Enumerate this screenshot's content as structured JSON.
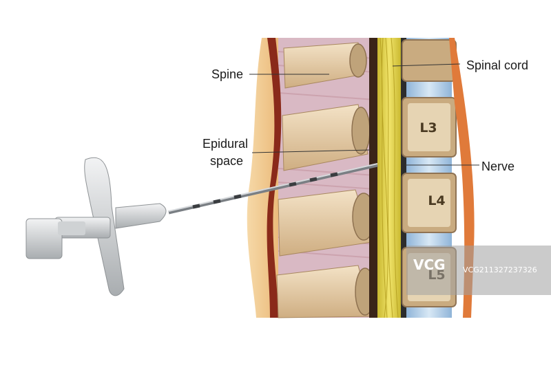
{
  "labels": {
    "spine": "Spine",
    "epidural_line1": "Epidural",
    "epidural_line2": "space",
    "spinal_cord": "Spinal cord",
    "nerve": "Nerve"
  },
  "vertebrae": [
    "L3",
    "L4",
    "L5"
  ],
  "watermark": {
    "logo": "VCG",
    "text": "VCG211327237326"
  },
  "colors": {
    "bone": "#e9d6b6",
    "bone_dark": "#c7a97e",
    "disc": "#b9d3ea",
    "nerve": "#e8d84a",
    "ligament": "#8a2a1a",
    "skin": "#f2c98e",
    "needle_hub": "#d9dcde"
  }
}
